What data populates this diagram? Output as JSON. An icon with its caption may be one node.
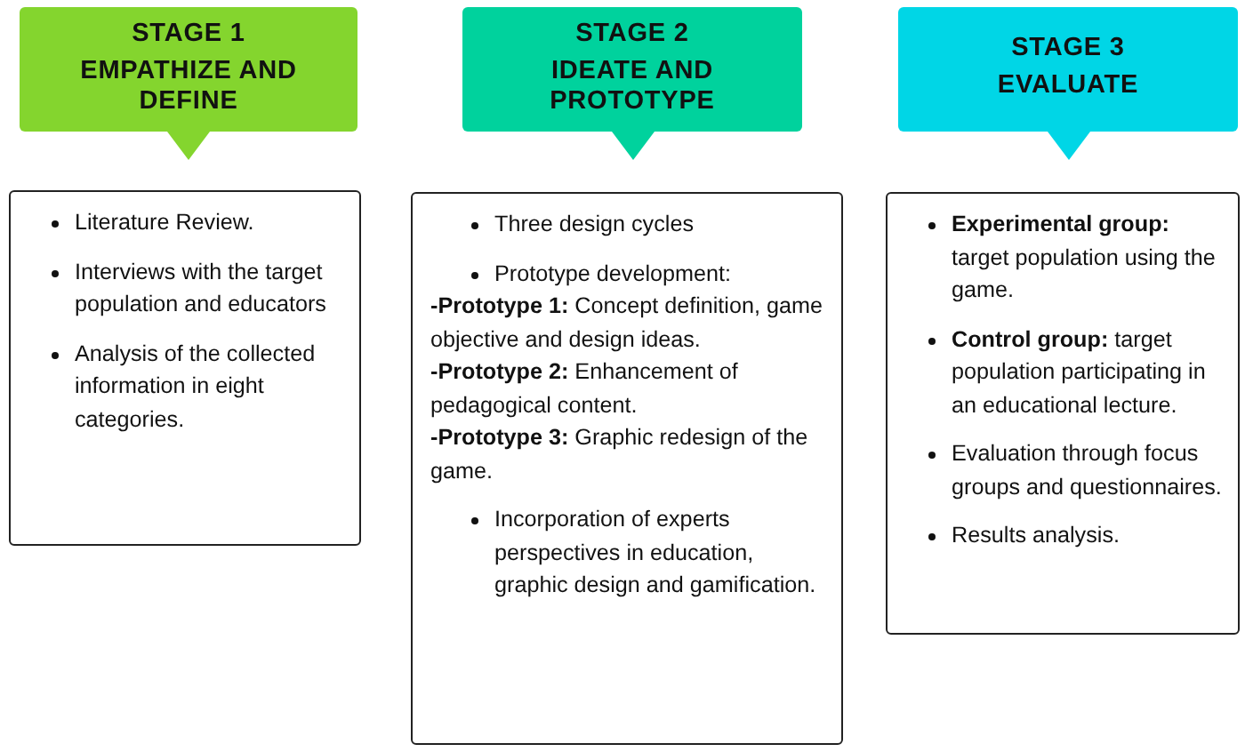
{
  "diagram": {
    "nodes": [
      {
        "text": [
          "STAGE 1",
          "EMPATHIZE AND DEFINE"
        ]
      },
      {
        "text": [
          "Literature Review.",
          "Interviews with the target population and educators",
          "Analysis of the collected information in eight categories."
        ]
      },
      {
        "text": [
          "STAGE 2",
          "IDEATE AND PROTOTYPE"
        ]
      },
      {
        "text": [
          "Three design cycles",
          "Prototype development:",
          "**-Prototype 1:** Concept definition, game objective and design ideas.",
          "**-Prototype 2:** Enhancement of pedagogical content.",
          "**-Prototype 3:** Graphic redesign of the game.",
          "Incorporation of experts perspectives in education, graphic design and gamification."
        ]
      },
      {
        "text": [
          "STAGE 3",
          "EVALUATE"
        ]
      },
      {
        "text": [
          "**Experimental group:** target population using the game.",
          "**Control group:** target population participating in an educational lecture.",
          "Evaluation through focus groups and questionnaires.",
          "Results analysis."
        ]
      }
    ]
  }
}
